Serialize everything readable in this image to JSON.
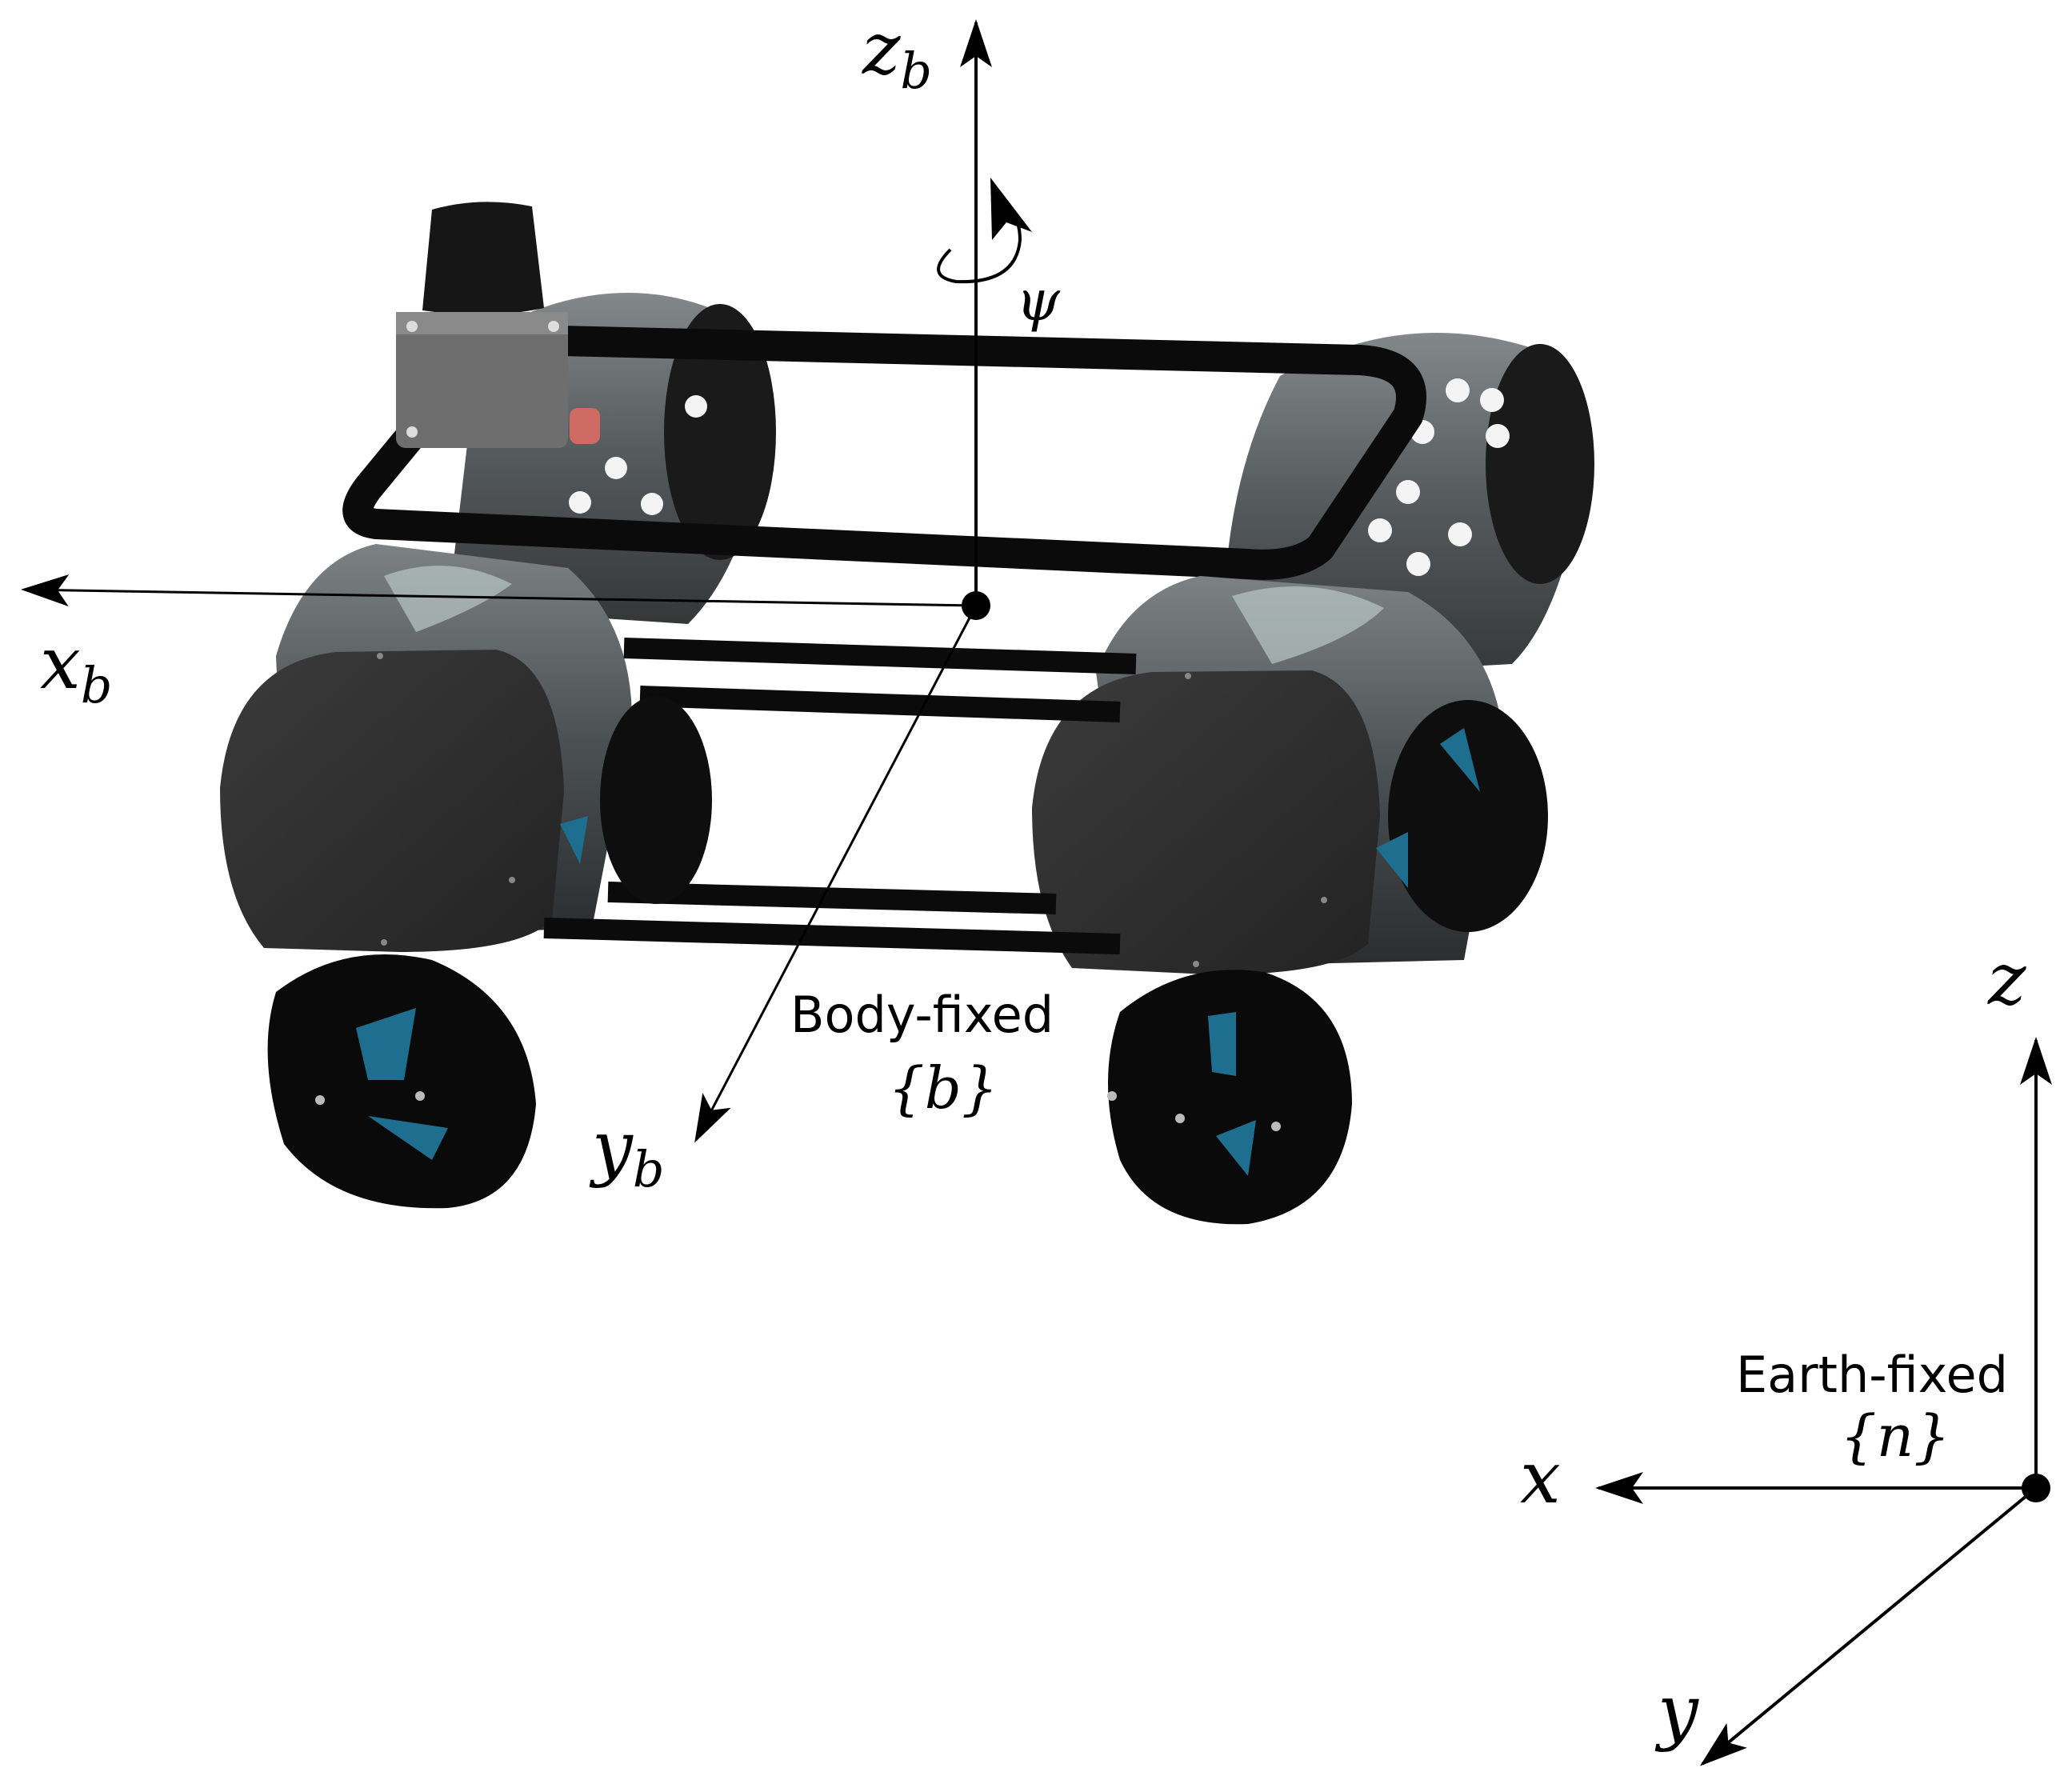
{
  "body_frame": {
    "x_axis": {
      "base": "x",
      "sub": "b"
    },
    "y_axis": {
      "base": "y",
      "sub": "b"
    },
    "z_axis": {
      "base": "z",
      "sub": "b"
    },
    "yaw_label": "ψ",
    "frame_name": "Body-fixed",
    "frame_symbol": "{b}"
  },
  "earth_frame": {
    "x_axis": "x",
    "y_axis": "y",
    "z_axis": "z",
    "frame_name": "Earth-fixed",
    "frame_symbol": "{n}"
  },
  "colors": {
    "frame_black": "#0b0b0b",
    "hull_dark": "#2f2f2f",
    "tube_glass": "#5b5f61",
    "thruster_blue": "#1e6f8f",
    "sensor_gray": "#6e6e6e",
    "indicator_red": "#d06b63"
  },
  "icons": {
    "origin": "origin-dot-icon",
    "yaw": "rotation-arrow-icon"
  }
}
